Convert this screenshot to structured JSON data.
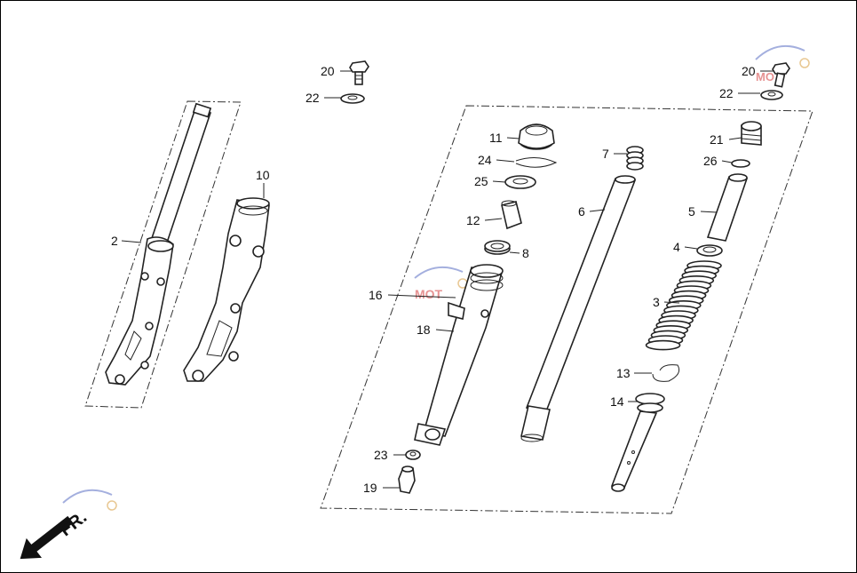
{
  "callouts": [
    {
      "id": "c20a",
      "label": "20"
    },
    {
      "id": "c22a",
      "label": "22"
    },
    {
      "id": "c20b",
      "label": "20"
    },
    {
      "id": "c22b",
      "label": "22"
    },
    {
      "id": "c2",
      "label": "2"
    },
    {
      "id": "c10",
      "label": "10"
    },
    {
      "id": "c11",
      "label": "11"
    },
    {
      "id": "c24",
      "label": "24"
    },
    {
      "id": "c25",
      "label": "25"
    },
    {
      "id": "c12",
      "label": "12"
    },
    {
      "id": "c8",
      "label": "8"
    },
    {
      "id": "c16",
      "label": "16"
    },
    {
      "id": "c18",
      "label": "18"
    },
    {
      "id": "c23",
      "label": "23"
    },
    {
      "id": "c19",
      "label": "19"
    },
    {
      "id": "c7",
      "label": "7"
    },
    {
      "id": "c6",
      "label": "6"
    },
    {
      "id": "c21",
      "label": "21"
    },
    {
      "id": "c26",
      "label": "26"
    },
    {
      "id": "c5",
      "label": "5"
    },
    {
      "id": "c4",
      "label": "4"
    },
    {
      "id": "c3",
      "label": "3"
    },
    {
      "id": "c13",
      "label": "13"
    },
    {
      "id": "c14",
      "label": "14"
    }
  ],
  "front_indicator": {
    "label": "FR.",
    "icon": "front-arrow-icon"
  },
  "colors": {
    "line": "#222222",
    "background": "#ffffff",
    "watermark_red": "#d23a3a",
    "watermark_blue": "#5a6fc4"
  }
}
